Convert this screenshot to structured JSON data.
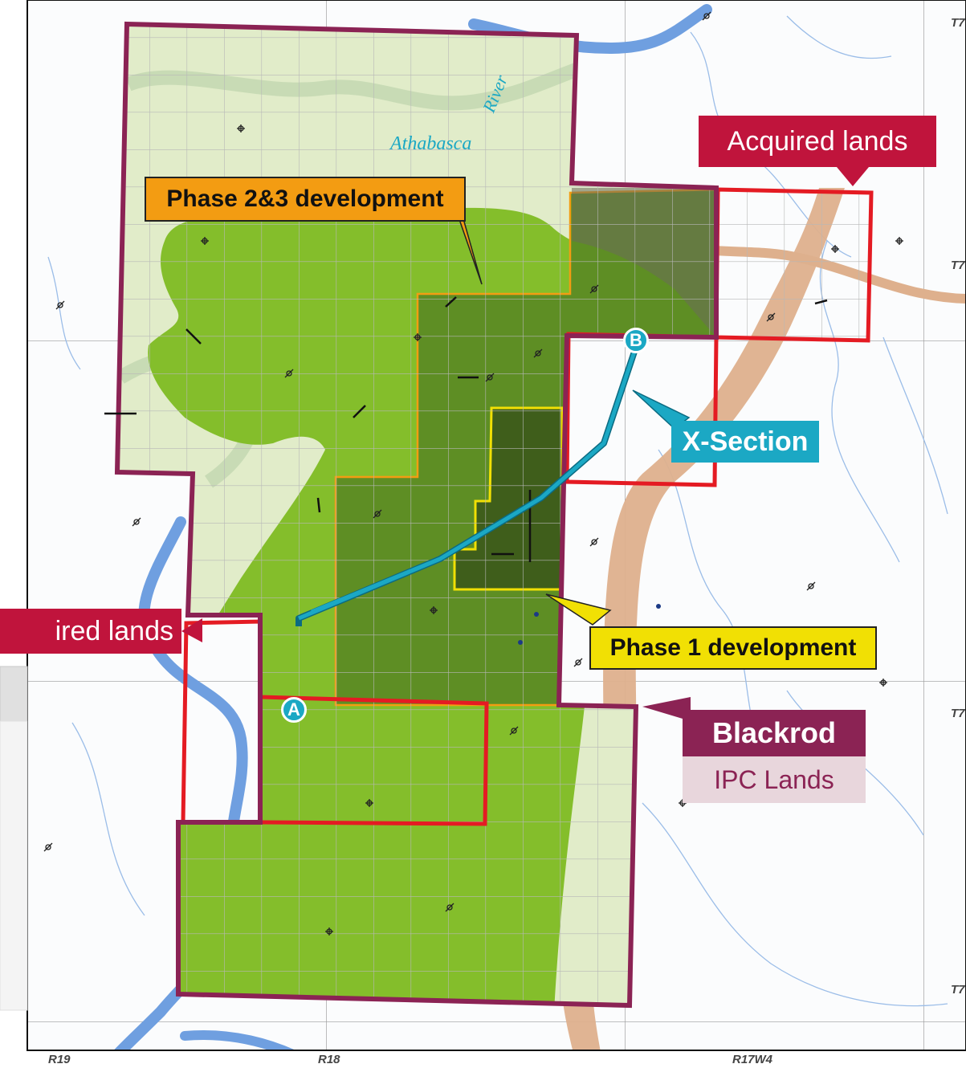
{
  "colors": {
    "boundary": "#8b2354",
    "acquired": "#e41b23",
    "phase23_fill": "#f39c12",
    "phase1": "#f1e004",
    "xsection": "#1ba8c4",
    "resource_green": "#84be2b",
    "light_green": "#e1ecc9",
    "river": "#6f9fe0",
    "pipeline": "#deb08d"
  },
  "labels": {
    "acquired_right": "Acquired lands",
    "acquired_left": "ired lands",
    "phase23": "Phase 2&3 development",
    "phase1": "Phase 1 development",
    "xsection": "X-Section",
    "blackrod": "Blackrod",
    "ipc_lands": "IPC Lands",
    "marker_a": "A",
    "marker_b": "B",
    "river_name_1": "Athabasca",
    "river_name_2": "River"
  },
  "axis": {
    "bottom": [
      "R19",
      "R18",
      "R17W4"
    ],
    "right": [
      "T7",
      "T7",
      "T7",
      "T7"
    ]
  }
}
